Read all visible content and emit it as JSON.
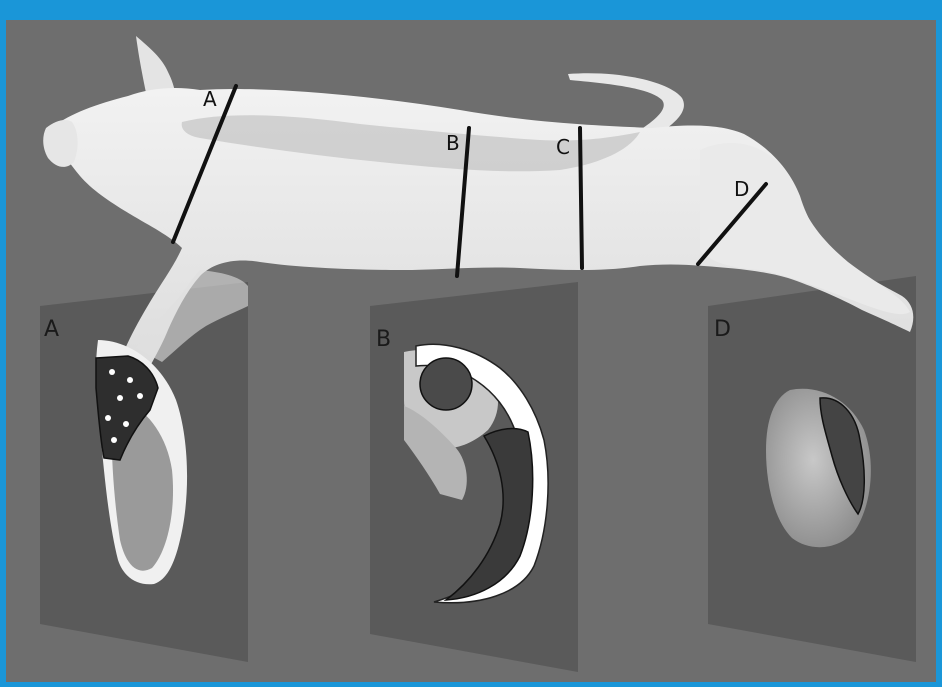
{
  "figure": {
    "border_color": "#1a96d8",
    "background_color": "#6e6e6e",
    "body_color": "#ececec",
    "muscle_color": "#5a5a5a",
    "fat_color": "#ffffff",
    "cut_line_color": "#111111"
  },
  "cut_labels": {
    "a": "A",
    "b": "B",
    "c": "C",
    "d": "D"
  },
  "panels": {
    "a": {
      "label": "A"
    },
    "b": {
      "label": "B"
    },
    "d": {
      "label": "D"
    }
  }
}
